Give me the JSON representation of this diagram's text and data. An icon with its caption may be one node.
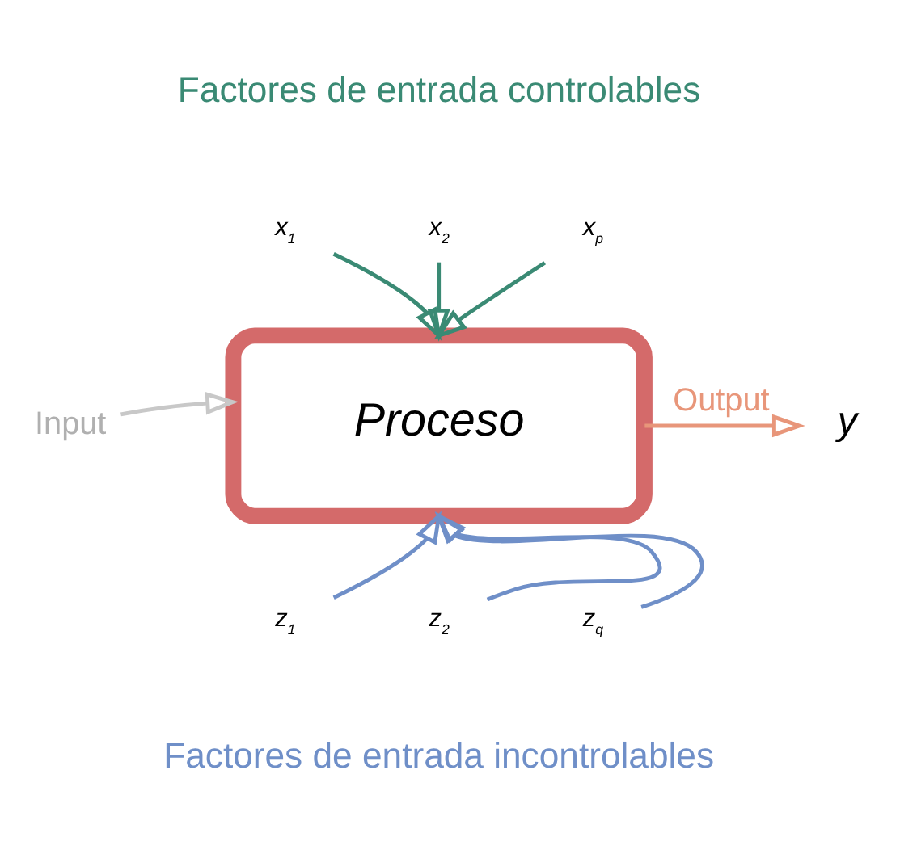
{
  "diagram": {
    "nodes": [
      {
        "text": [
          "Proceso"
        ]
      },
      {
        "text": [
          "x$_{1}$"
        ]
      },
      {
        "text": [
          "x$_{2}$"
        ]
      },
      {
        "text": [
          "x$_{p}$"
        ]
      },
      {
        "text": [
          "z$_{1}$"
        ]
      },
      {
        "text": [
          "z$_{2}$"
        ]
      },
      {
        "text": [
          "z$_{q}$"
        ]
      },
      {
        "text": [
          "Input"
        ]
      },
      {
        "text": [
          "y"
        ]
      }
    ],
    "edges": [
      {
        "from": 1,
        "to": 0,
        "arrow": "to",
        "color": "#3a8a74"
      },
      {
        "from": 2,
        "to": 0,
        "arrow": "to",
        "color": "#3a8a74"
      },
      {
        "from": 3,
        "to": 0,
        "arrow": "to",
        "color": "#3a8a74"
      },
      {
        "from": 4,
        "to": 0,
        "arrow": "to",
        "color": "#6f8fc8"
      },
      {
        "from": 5,
        "to": 0,
        "arrow": "to",
        "color": "#6f8fc8"
      },
      {
        "from": 6,
        "to": 0,
        "arrow": "to",
        "color": "#6f8fc8"
      },
      {
        "from": 7,
        "to": 0,
        "arrow": "to",
        "color": "#c8c8c8"
      },
      {
        "from": 0,
        "to": 8,
        "arrow": "to",
        "label": "Output",
        "color": "#e8967a"
      }
    ],
    "labels": [
      "Factores de entrada controlables",
      "Factores de entrada incontrolables"
    ]
  }
}
